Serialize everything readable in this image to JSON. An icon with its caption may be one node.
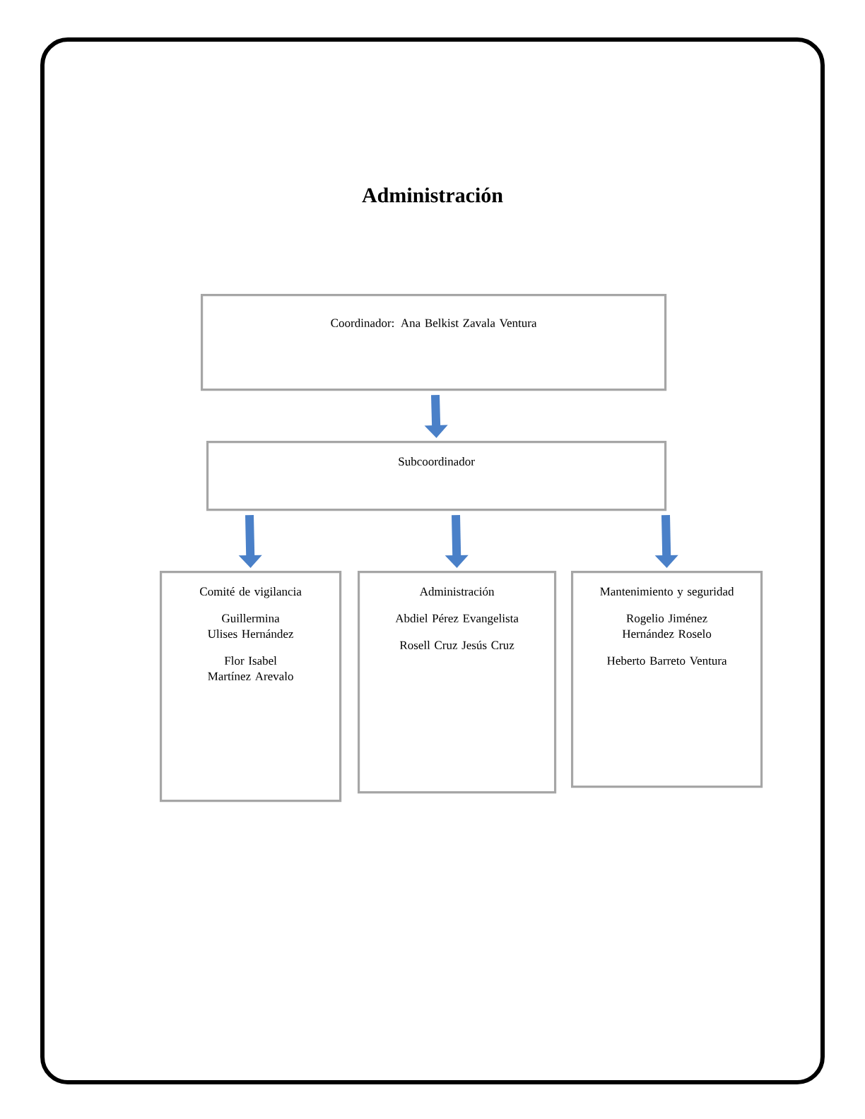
{
  "diagram": {
    "title": "Administración",
    "nodes": [
      {
        "text": [
          "Coordinador: Ana Belkist Zavala Ventura"
        ]
      },
      {
        "text": [
          "Subcoordinador"
        ]
      },
      {
        "text": [
          "Comité de vigilancia",
          "Guillermina Ulises Hernández",
          "Flor Isabel Martínez Arevalo"
        ]
      },
      {
        "text": [
          "Administración",
          "Abdiel Pérez Evangelista",
          "Rosell Cruz Jesús Cruz"
        ]
      },
      {
        "text": [
          "Mantenimiento y seguridad",
          "Rogelio Jiménez Hernández Roselo",
          "Heberto Barreto Ventura"
        ]
      }
    ],
    "edges": [
      {
        "from": 0,
        "to": 1,
        "arrow": "to"
      },
      {
        "from": 1,
        "to": 2,
        "arrow": "to"
      },
      {
        "from": 1,
        "to": 3,
        "arrow": "to"
      },
      {
        "from": 1,
        "to": 4,
        "arrow": "to"
      }
    ]
  }
}
